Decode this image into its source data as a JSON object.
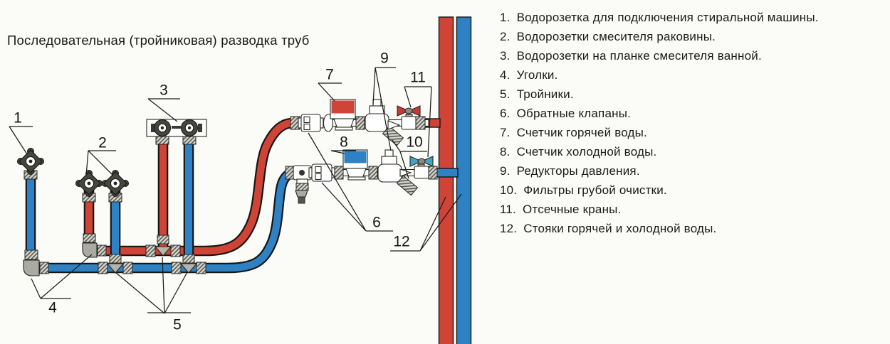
{
  "title": "Последовательная (тройниковая) разводка труб",
  "legend": {
    "items": [
      {
        "num": "1.",
        "text": "Водорозетка для подключения стиральной машины."
      },
      {
        "num": "2.",
        "text": "Водорозетки смесителя раковины."
      },
      {
        "num": "3.",
        "text": "Водорозетки на планке смесителя ванной."
      },
      {
        "num": "4.",
        "text": "Уголки."
      },
      {
        "num": "5.",
        "text": "Тройники."
      },
      {
        "num": "6.",
        "text": "Обратные клапаны."
      },
      {
        "num": "7.",
        "text": "Счетчик горячей воды."
      },
      {
        "num": "8.",
        "text": "Счетчик холодной воды."
      },
      {
        "num": "9.",
        "text": "Редукторы давления."
      },
      {
        "num": "10.",
        "text": "Фильтры грубой очистки."
      },
      {
        "num": "11.",
        "text": "Отсечные краны."
      },
      {
        "num": "12.",
        "text": "Стояки горячей и холодной воды."
      }
    ]
  },
  "diagram": {
    "callouts": [
      {
        "number": "1"
      },
      {
        "number": "2"
      },
      {
        "number": "3"
      },
      {
        "number": "4"
      },
      {
        "number": "5"
      },
      {
        "number": "6"
      },
      {
        "number": "7"
      },
      {
        "number": "8"
      },
      {
        "number": "9"
      },
      {
        "number": "10"
      },
      {
        "number": "11"
      },
      {
        "number": "12"
      }
    ],
    "colors": {
      "hot_pipe": "#cf4437",
      "cold_pipe": "#2e82c4",
      "hot_handle": "#c23c33",
      "cold_handle": "#44a3c2"
    }
  }
}
